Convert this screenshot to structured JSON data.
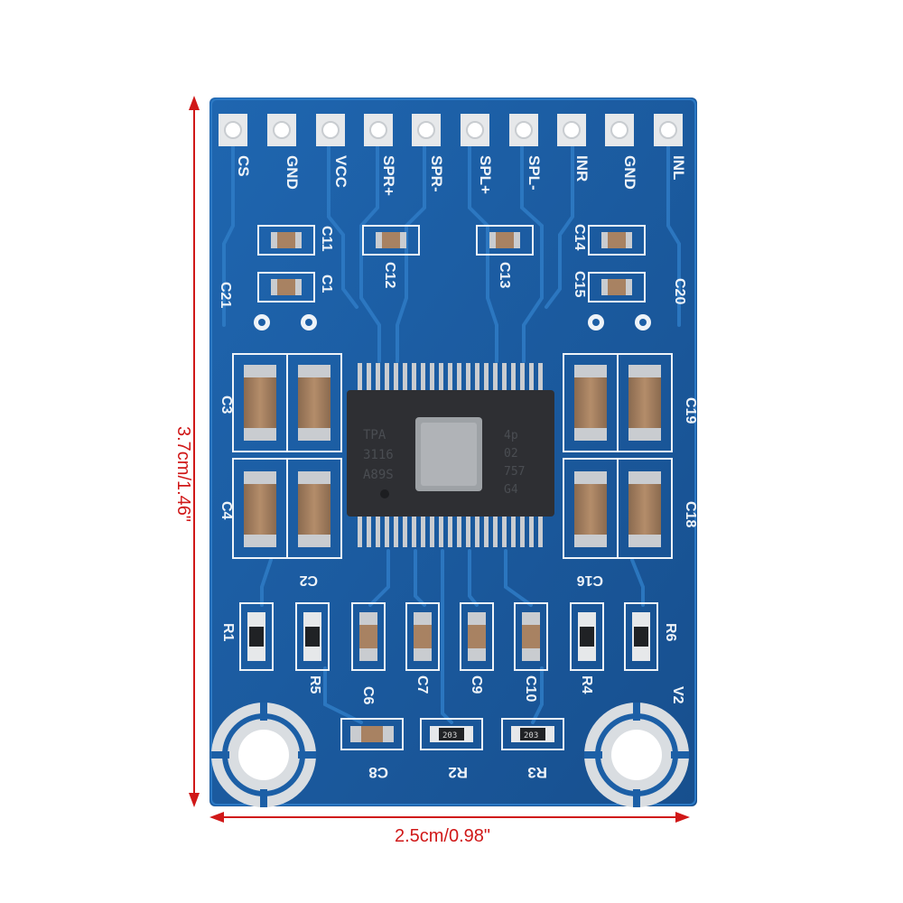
{
  "dimensions": {
    "height_label": "3.7cm/1.46\"",
    "width_label": "2.5cm/0.98\""
  },
  "pins": [
    "CS",
    "GND",
    "VCC",
    "SPR+",
    "SPR-",
    "SPL+",
    "SPL-",
    "INR",
    "GND",
    "INL"
  ],
  "chip": {
    "left_lines": [
      "TPA",
      "3116",
      "A89S"
    ],
    "right_lines": [
      "4p",
      "02",
      "757",
      "G4"
    ]
  },
  "silkscreen": {
    "C11": "C11",
    "C1": "C1",
    "C12": "C12",
    "C13": "C13",
    "C14": "C14",
    "C15": "C15",
    "C21": "C21",
    "C20": "C20",
    "C3": "C3",
    "C4": "C4",
    "C2": "C2",
    "C16": "C16",
    "C19": "C19",
    "C18": "C18",
    "R1": "R1",
    "R5": "R5",
    "C6": "C6",
    "C7": "C7",
    "C9": "C9",
    "C10": "C10",
    "R4": "R4",
    "R6": "R6",
    "C8": "C8",
    "R2": "R2",
    "R3": "R3",
    "V2": "V2"
  },
  "resistor_codes": {
    "R2": "203",
    "R3": "203"
  },
  "colors": {
    "board": "#1c5fa6",
    "trace": "#2f7cc6",
    "silk": "#eef3f8",
    "dimension": "#d01818",
    "chip": "#2e2f33",
    "capacitor": "#a88262"
  }
}
